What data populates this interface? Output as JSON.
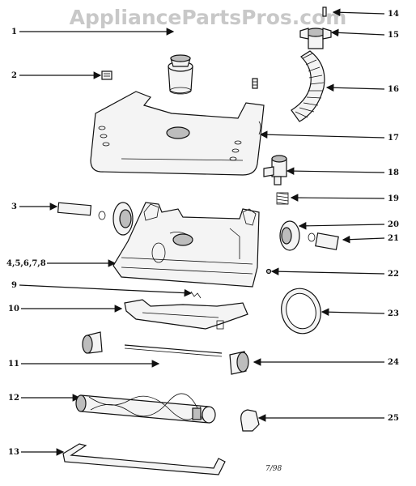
{
  "watermark": "AppliancePartsPros.com",
  "callouts": {
    "c1": "1",
    "c2": "2",
    "c3": "3",
    "c4": "4,5,6,7,8",
    "c9": "9",
    "c10": "10",
    "c11": "11",
    "c12": "12",
    "c13": "13",
    "c14": "14",
    "c15": "15",
    "c16": "16",
    "c17": "17",
    "c18": "18",
    "c19": "19",
    "c20": "20",
    "c21": "21",
    "c22": "22",
    "c23": "23",
    "c24": "24",
    "c25": "25"
  },
  "footer_code": "7/98"
}
